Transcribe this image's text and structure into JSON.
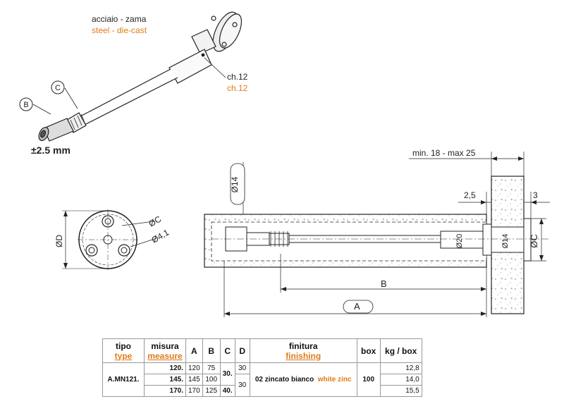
{
  "header": {
    "material_it": "acciaio - zama",
    "material_en": "steel - die-cast",
    "wrench_it": "ch.12",
    "wrench_en": "ch.12",
    "tolerance": "±2.5 mm"
  },
  "callouts": {
    "b": "B",
    "c": "C"
  },
  "dimensions": {
    "wall_range": "min. 18 - max 25",
    "dia14_vertical": "Ø14",
    "gap_left": "2,5",
    "gap_right": "3",
    "dia20": "Ø20",
    "dia14_inner": "Ø14",
    "dia_c_right": "ØC",
    "dim_b": "B",
    "dim_a": "A",
    "flange_dc": "ØC",
    "flange_d41": "Ø4,1",
    "flange_dd": "ØD"
  },
  "table": {
    "headers": {
      "tipo_it": "tipo",
      "tipo_en": "type",
      "misura_it": "misura",
      "misura_en": "measure",
      "a": "A",
      "b": "B",
      "c": "C",
      "d": "D",
      "finitura_it": "finitura",
      "finitura_en": "finishing",
      "box": "box",
      "kg_box": "kg / box"
    },
    "code": "A.MN121.",
    "rows": [
      {
        "misura": "120.",
        "a": "120",
        "b": "75",
        "d": "30",
        "kg": "12,8"
      },
      {
        "misura": "145.",
        "a": "145",
        "b": "100",
        "d": "30",
        "kg": "14,0"
      },
      {
        "misura": "170.",
        "a": "170",
        "b": "125",
        "d": "",
        "kg": "15,5"
      }
    ],
    "c_values": [
      "30.",
      "40."
    ],
    "finish_it": "02 zincato bianco",
    "finish_en": "white zinc",
    "box_qty": "100"
  }
}
